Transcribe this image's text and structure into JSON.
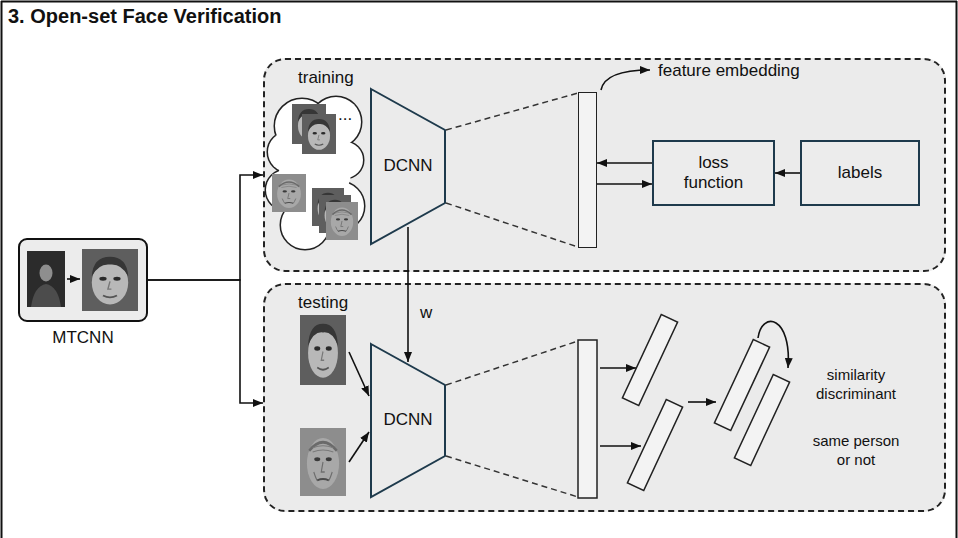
{
  "diagram": {
    "title": "3. Open-set Face Verification",
    "nodes": [
      {
        "text": [
          "MTCNN"
        ]
      },
      {
        "text": [
          "training"
        ]
      },
      {
        "text": [
          "DCNN"
        ],
        "in": 1
      },
      {
        "text": [
          "feature embedding"
        ],
        "in": 1
      },
      {
        "text": [
          "loss function"
        ],
        "in": 1
      },
      {
        "text": [
          "labels"
        ],
        "in": 1
      },
      {
        "text": [
          "testing"
        ]
      },
      {
        "text": [
          "DCNN"
        ],
        "in": 6
      }
    ],
    "edges": [
      {
        "from": 0,
        "to": 1,
        "arrow": "to"
      },
      {
        "from": 0,
        "to": 6,
        "arrow": "to"
      },
      {
        "from": 5,
        "to": 4,
        "arrow": "to"
      },
      {
        "from": 4,
        "to": 3,
        "arrow": "to"
      },
      {
        "from": 3,
        "to": 4,
        "arrow": "to"
      },
      {
        "from": 2,
        "to": 7,
        "label": "w",
        "arrow": "to"
      }
    ],
    "labels": [
      "...",
      "similarity discriminant",
      "same person or not"
    ]
  }
}
